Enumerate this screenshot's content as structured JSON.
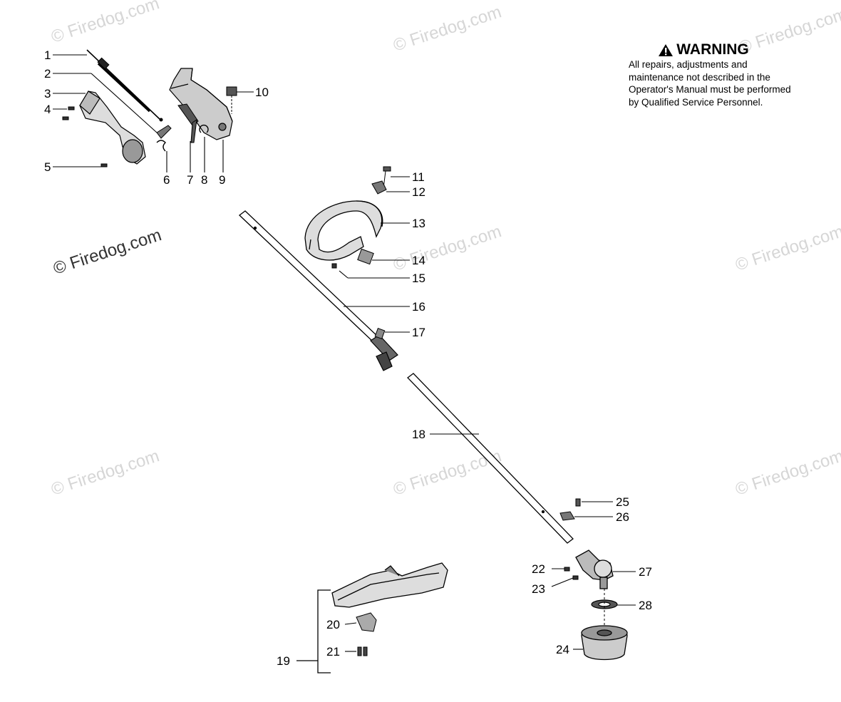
{
  "warning": {
    "title": "WARNING",
    "text": "All repairs, adjustments and maintenance not described in the Operator's Manual must be performed by Qualified Service Personnel."
  },
  "watermark": "© Firedog.com",
  "callouts": {
    "c1": "1",
    "c2": "2",
    "c3": "3",
    "c4": "4",
    "c5": "5",
    "c6": "6",
    "c7": "7",
    "c8": "8",
    "c9": "9",
    "c10": "10",
    "c11": "11",
    "c12": "12",
    "c13": "13",
    "c14": "14",
    "c15": "15",
    "c16": "16",
    "c17": "17",
    "c18": "18",
    "c19": "19",
    "c20": "20",
    "c21": "21",
    "c22": "22",
    "c23": "23",
    "c24": "24",
    "c25": "25",
    "c26": "26",
    "c27": "27",
    "c28": "28"
  }
}
